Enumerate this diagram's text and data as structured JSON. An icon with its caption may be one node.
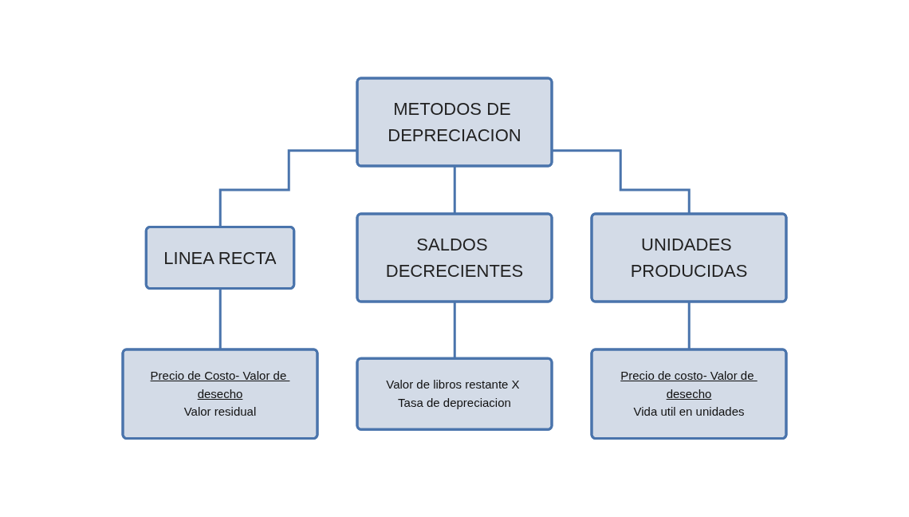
{
  "diagram": {
    "nodes": [
      {
        "text": [
          "METODOS DE DEPRECIACION"
        ]
      },
      {
        "text": [
          "LINEA RECTA"
        ]
      },
      {
        "text": [
          "SALDOS DECRECIENTES"
        ]
      },
      {
        "text": [
          "UNIDADES PRODUCIDAS"
        ]
      },
      {
        "text": [
          "Precio de Costo- Valor de desecho",
          "Valor residual"
        ]
      },
      {
        "text": [
          "Valor de libros restante X Tasa de depreciacion"
        ]
      },
      {
        "text": [
          "Precio de costo- Valor de desecho",
          "Vida util en unidades"
        ]
      }
    ],
    "edges": [
      {
        "from": 0,
        "to": 1,
        "arrow": "none"
      },
      {
        "from": 0,
        "to": 2,
        "arrow": "none"
      },
      {
        "from": 0,
        "to": 3,
        "arrow": "none"
      },
      {
        "from": 1,
        "to": 4,
        "arrow": "none"
      },
      {
        "from": 2,
        "to": 5,
        "arrow": "none"
      },
      {
        "from": 3,
        "to": 6,
        "arrow": "none"
      }
    ]
  }
}
